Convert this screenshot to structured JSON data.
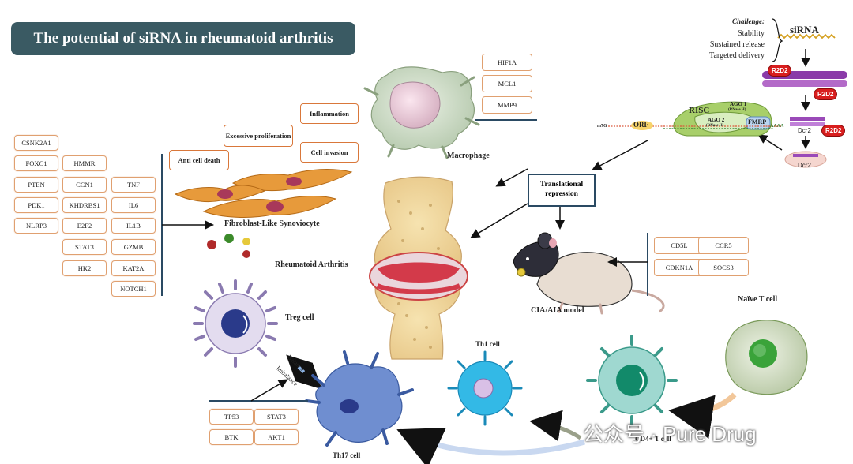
{
  "title": "The potential of siRNA in rheumatoid arthritis",
  "challenge": {
    "heading": "Challenge:",
    "items": [
      "Stability",
      "Sustained release",
      "Targeted delivery"
    ],
    "sirna_label": "siRNA"
  },
  "rnai": {
    "r2d2_label": "R2D2",
    "dcr2_label": "Dcr2",
    "risc_label": "RISC",
    "ago1_label": "AGO 1",
    "ago1_sub": "(RNase H)",
    "ago2_label": "AGO 2",
    "ago2_sub": "(RNase H)",
    "fmrp_label": "FMRP",
    "orf_label": "ORF",
    "m7g_label": "m7G",
    "polya_label": "AAAA"
  },
  "macrophage": {
    "label": "Macrophage",
    "genes": [
      "HIF1A",
      "MCL1",
      "MMP9"
    ]
  },
  "fls": {
    "label": "Fibroblast-Like Synoviocyte",
    "processes": [
      "Inflammation",
      "Excessive proliferation",
      "Cell invasion",
      "Anti cell death"
    ],
    "genes_col1": [
      "CSNK2A1",
      "FOXC1",
      "PTEN",
      "PDK1",
      "NLRP3"
    ],
    "genes_col2": [
      "HMMR",
      "CCN1",
      "KHDRBS1",
      "E2F2",
      "STAT3",
      "HK2"
    ],
    "genes_col3": [
      "TNF",
      "IL6",
      "IL1B",
      "GZMB",
      "KAT2A",
      "NOTCH1"
    ]
  },
  "ra_label": "Rheumatoid Arthritis",
  "translational": "Translational repression",
  "model": {
    "label": "CIA/AIA model",
    "genes": [
      "CD5L",
      "CCR5",
      "CDKN1A",
      "SOCS3"
    ]
  },
  "tcells": {
    "treg": "Treg cell",
    "th17": "Th17 cell",
    "th1": "Th1 cell",
    "cd4": "CD4+ T cell",
    "naive": "Naïve T cell",
    "balance": "Balance",
    "imbalance": "Imbalance",
    "genes": [
      "TP53",
      "STAT3",
      "BTK",
      "AKT1"
    ]
  },
  "watermark": "公众号 · Pure Drug",
  "colors": {
    "title_bg": "#3a5a63",
    "box_border": "#d9773a",
    "arrow": "#111111",
    "badge": "#d81e1e"
  }
}
